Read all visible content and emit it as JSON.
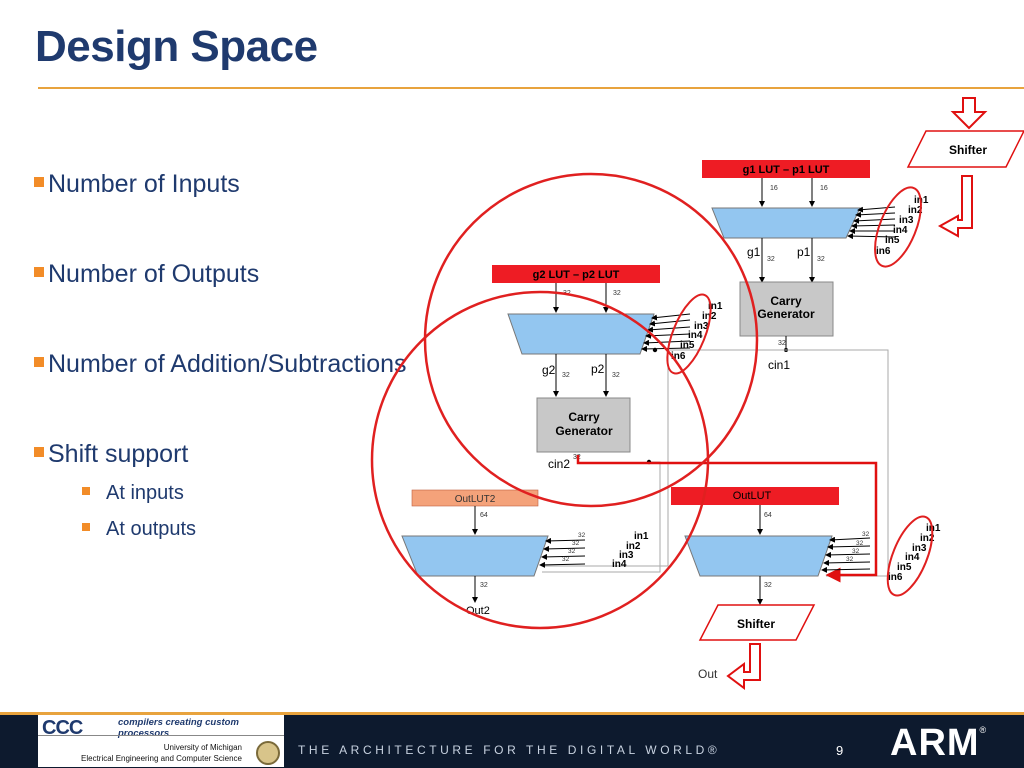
{
  "title": "Design Space",
  "bullets": [
    {
      "label": "Number of Inputs"
    },
    {
      "label": "Number of Outputs"
    },
    {
      "label": "Number of Addition/Subtractions"
    },
    {
      "label": "Shift support",
      "children": [
        "At inputs",
        "At outputs"
      ]
    }
  ],
  "diagram": {
    "top_shifter": "Shifter",
    "bottom_shifter": "Shifter",
    "out_label": "Out",
    "g1p1_lut": "g1 LUT – p1 LUT",
    "g2p2_lut": "g2 LUT – p2 LUT",
    "outlut": "OutLUT",
    "outlut2": "OutLUT2",
    "carry_gen": [
      "Carry",
      "Generator"
    ],
    "g1": "g1",
    "p1": "p1",
    "g2": "g2",
    "p2": "p2",
    "cin1": "cin1",
    "cin2": "cin2",
    "out2": "Out2",
    "inputs6": [
      "in1",
      "in2",
      "in3",
      "in4",
      "in5",
      "in6"
    ],
    "inputs4": [
      "in1",
      "in2",
      "in3",
      "in4"
    ],
    "w16": "16",
    "w32": "32",
    "w64": "64"
  },
  "colors": {
    "title": "#1f3a6e",
    "accent": "#f28c28",
    "lut_red": "#ee1c24",
    "outlut2": "#f4a27a",
    "adder": "#93c6f0",
    "carry": "#c8c8c8",
    "circle": "#e02020",
    "footer": "#0d1a2e"
  },
  "footer": {
    "logo": "CCC",
    "logo_tagline": "compilers creating custom processors",
    "university": "University of Michigan",
    "department": "Electrical Engineering and Computer Science",
    "tagline": "THE ARCHITECTURE FOR THE DIGITAL WORLD®",
    "page": "9",
    "brand": "ARM",
    "brand_mark": "®"
  }
}
